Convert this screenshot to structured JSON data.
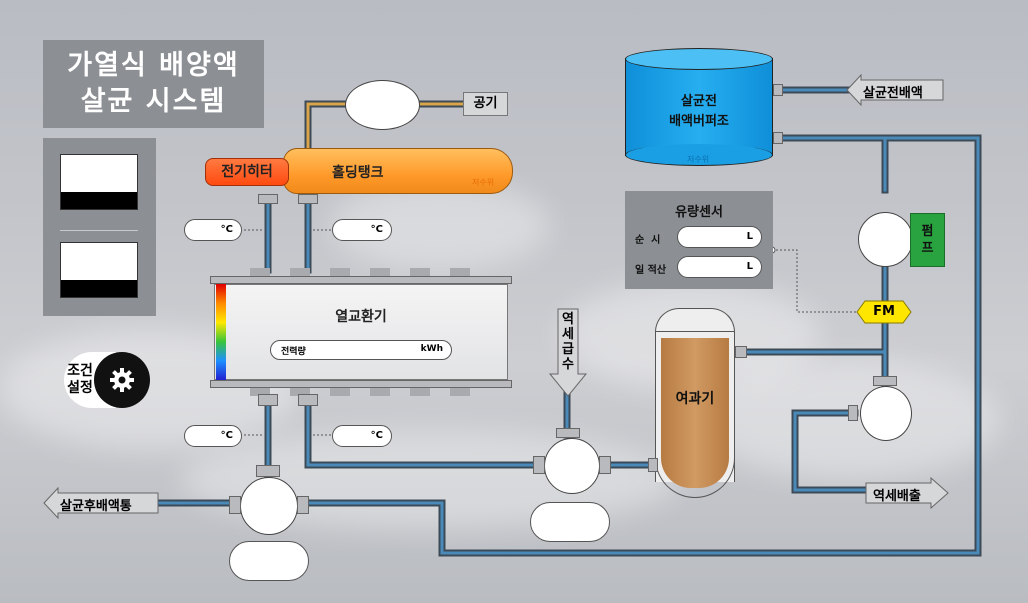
{
  "title": {
    "line1": "가열식 배양액",
    "line2": "살균 시스템"
  },
  "condition_button": {
    "line1": "조건",
    "line2": "설정"
  },
  "holding_tank": {
    "label": "홀딩탱크",
    "tag": "저수위"
  },
  "electric_heater": {
    "label": "전기히터"
  },
  "air_label": "공기",
  "heat_exchanger": {
    "label": "열교환기",
    "power_label": "전력량",
    "power_unit": "kWh"
  },
  "temperatures": {
    "unit": "°C"
  },
  "buffer_tank": {
    "line1": "살균전",
    "line2": "배액버퍼조",
    "tag": "저수위"
  },
  "pre_drain_label": "살균전배액",
  "flow_sensor": {
    "title": "유량센서",
    "instant_label": "순  시",
    "cumulative_label": "일 적산",
    "unit": "L"
  },
  "pump_label": {
    "line1": "펌",
    "line2": "프"
  },
  "fm_label": "FM",
  "backwash_supply": {
    "label": "역\n세\n급\n수"
  },
  "filter_label": "여과기",
  "backwash_drain_label": "역세배출",
  "post_drain_label": "살균후배액통",
  "colors": {
    "pipe": "#4a8ab8",
    "pipe_outline": "#3c4a57",
    "tank": "#ffa63c",
    "heater": "#ff5a1e",
    "buffer": "#1ea7ee",
    "pump": "#28a33f",
    "fm": "#ffe600",
    "filter": "#c98e55"
  }
}
